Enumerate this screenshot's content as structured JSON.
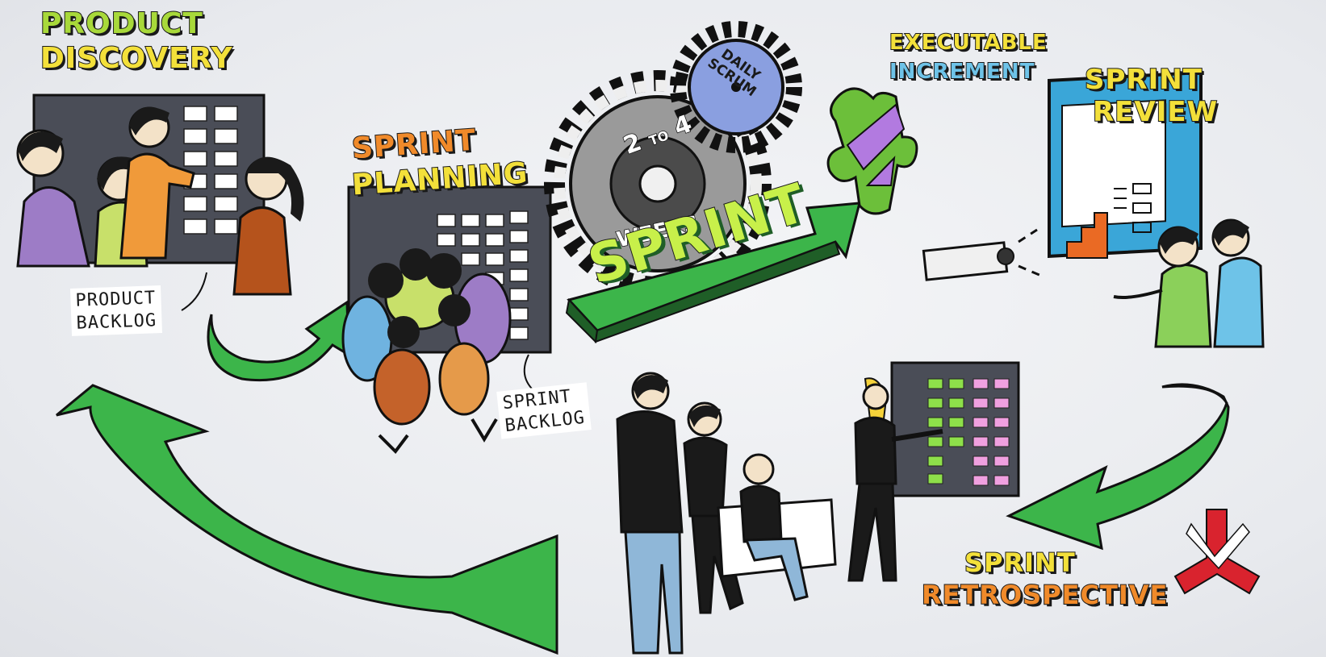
{
  "labels": {
    "product_discovery": [
      "PRODUCT",
      "DISCOVERY"
    ],
    "sprint_planning": [
      "SPRINT",
      "PLANNING"
    ],
    "product_backlog": [
      "PRODUCT",
      "BACKLOG"
    ],
    "sprint_backlog": [
      "SPRINT",
      "BACKLOG"
    ],
    "daily_scrum": [
      "DAILY",
      "SCRUM"
    ],
    "duration": [
      "2",
      "TO",
      "4",
      "WEEKS"
    ],
    "sprint": "SPRINT",
    "executable_increment": [
      "EXECUTABLE",
      "INCREMENT"
    ],
    "sprint_review": [
      "SPRINT",
      "REVIEW"
    ],
    "sprint_retrospective": [
      "SPRINT",
      "RETROSPECTIVE"
    ]
  },
  "colors": {
    "arrow_green": "#3cb54a",
    "board_dark": "#4a4d57",
    "gear_gray": "#9a9a9a",
    "gear_blue": "#8a9fe0",
    "puzzle_green": "#6cbf3a",
    "puzzle_purple": "#b27ae0",
    "screen_blue": "#3aa6d8",
    "logo_red": "#d9232e"
  }
}
